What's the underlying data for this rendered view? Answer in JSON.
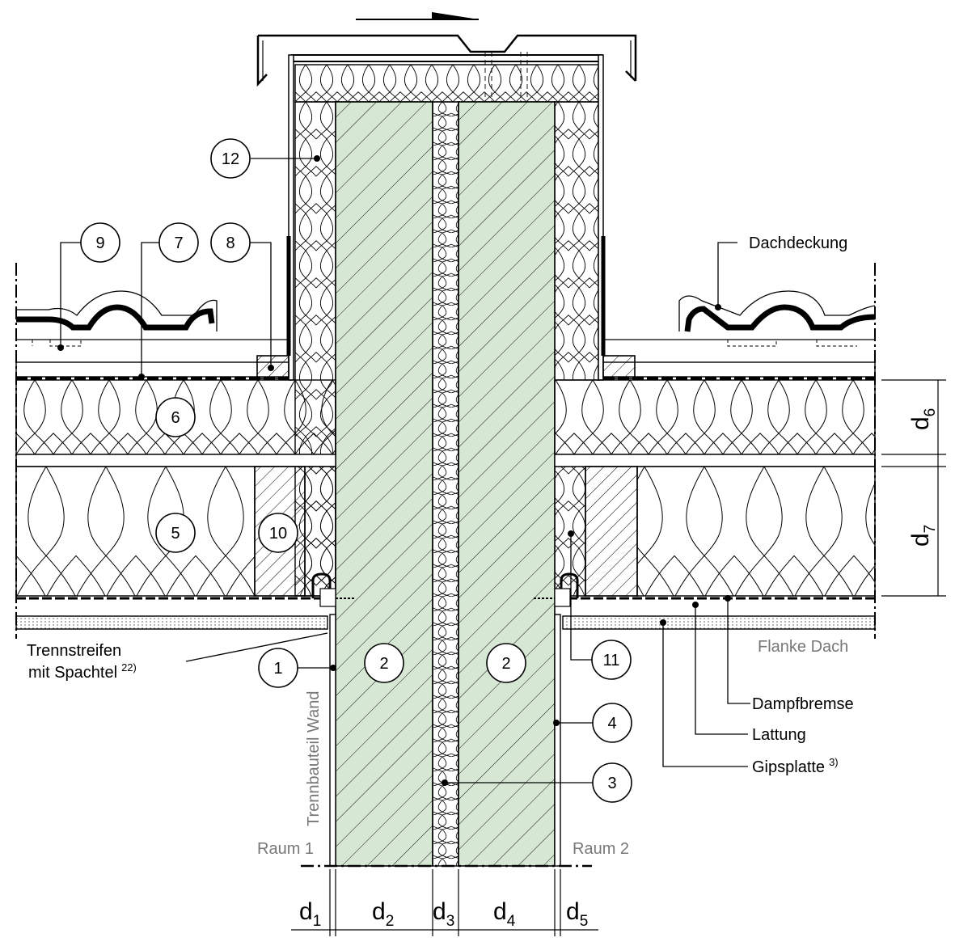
{
  "labels": {
    "dachdeckung": "Dachdeckung",
    "flanke_dach": "Flanke Dach",
    "dampfbremse": "Dampfbremse",
    "lattung": "Lattung",
    "gipsplatte": "Gipsplatte",
    "gipsplatte_sup": "3)",
    "trennstreifen_line1": "Trennstreifen",
    "trennstreifen_line2": "mit Spachtel",
    "trennstreifen_sup": "22)",
    "trennbauteil_wand": "Trennbauteil Wand",
    "raum1": "Raum 1",
    "raum2": "Raum 2"
  },
  "callouts": {
    "c1": "1",
    "c2a": "2",
    "c2b": "2",
    "c3": "3",
    "c4": "4",
    "c5": "5",
    "c6": "6",
    "c7": "7",
    "c8": "8",
    "c9": "9",
    "c10": "10",
    "c11": "11",
    "c12": "12"
  },
  "dimensions": {
    "d1": "1",
    "d2": "2",
    "d3": "3",
    "d4": "4",
    "d5": "5",
    "d6": "6",
    "d7": "7",
    "d_letter": "d"
  },
  "colors": {
    "wall_fill": "#d6e7d4",
    "line": "#000000",
    "gray_text": "#777777"
  }
}
